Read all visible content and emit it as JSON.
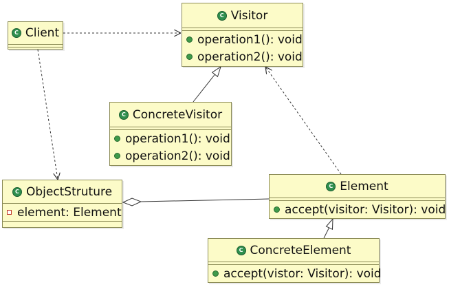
{
  "classes": {
    "client": {
      "name": "Client"
    },
    "visitor": {
      "name": "Visitor",
      "operations": [
        "operation1(): void",
        "operation2(): void"
      ]
    },
    "concrete_visitor": {
      "name": "ConcreteVisitor",
      "operations": [
        "operation1(): void",
        "operation2(): void"
      ]
    },
    "object_structure": {
      "name": "ObjectStruture",
      "attributes": [
        "element: Element"
      ]
    },
    "element": {
      "name": "Element",
      "operations": [
        "accept(visitor: Visitor): void"
      ]
    },
    "concrete_element": {
      "name": "ConcreteElement",
      "operations": [
        "accept(vistor: Visitor): void"
      ]
    }
  },
  "icons": {
    "class_icon": "class-icon",
    "class_icon_letter": "C",
    "public_marker": "public-visibility-icon",
    "private_marker": "private-visibility-icon"
  },
  "colors": {
    "class_fill": "#fcfbc8",
    "class_border": "#8a8a55",
    "class_icon": "#2f8f4e",
    "public_marker": "#3f9a4a",
    "private_marker": "#c0392b",
    "edge": "#333333"
  },
  "relationships": [
    {
      "from": "Client",
      "to": "Visitor",
      "kind": "dependency"
    },
    {
      "from": "Client",
      "to": "ObjectStruture",
      "kind": "dependency"
    },
    {
      "from": "ConcreteVisitor",
      "to": "Visitor",
      "kind": "generalization"
    },
    {
      "from": "Element",
      "to": "Visitor",
      "kind": "dependency"
    },
    {
      "from": "ObjectStruture",
      "to": "Element",
      "kind": "aggregation"
    },
    {
      "from": "ConcreteElement",
      "to": "Element",
      "kind": "generalization"
    }
  ]
}
